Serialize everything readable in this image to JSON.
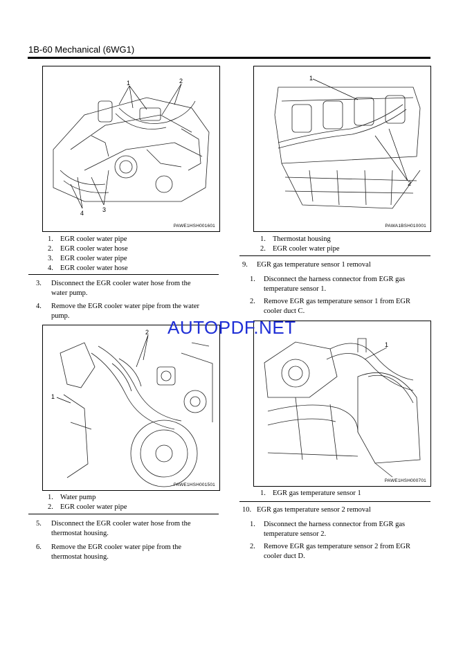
{
  "header": {
    "title": "1B-60   Mechanical (6WG1)"
  },
  "watermark": "AUTOPDF.NET",
  "figures": {
    "fig1": {
      "id": "PAWE1HSH001601",
      "callouts": [
        "1",
        "2",
        "3",
        "4"
      ]
    },
    "fig2": {
      "id": "PAWA1BSH010001",
      "callouts": [
        "1",
        "2"
      ]
    },
    "fig3": {
      "id": "PAWE1HSH001501",
      "callouts": [
        "1",
        "2"
      ]
    },
    "fig4": {
      "id": "PAWE1HSH000701",
      "callouts": [
        "1"
      ]
    }
  },
  "legend1": [
    {
      "num": "1.",
      "label": "EGR cooler water pipe"
    },
    {
      "num": "2.",
      "label": "EGR cooler water hose"
    },
    {
      "num": "3.",
      "label": "EGR cooler water pipe"
    },
    {
      "num": "4.",
      "label": "EGR cooler water hose"
    }
  ],
  "legend2": [
    {
      "num": "1.",
      "label": "Thermostat housing"
    },
    {
      "num": "2.",
      "label": "EGR cooler water pipe"
    }
  ],
  "legend3": [
    {
      "num": "1.",
      "label": "Water pump"
    },
    {
      "num": "2.",
      "label": "EGR cooler water pipe"
    }
  ],
  "legend4": [
    {
      "num": "1.",
      "label": "EGR gas temperature sensor 1"
    }
  ],
  "left_steps": [
    {
      "num": "3.",
      "line1": "Disconnect the EGR cooler water hose from the",
      "line2": "water pump."
    },
    {
      "num": "4.",
      "line1": "Remove the EGR cooler water pipe from the water",
      "line2": "pump."
    },
    {
      "num": "5.",
      "line1": "Disconnect the EGR cooler water hose from the",
      "line2": "thermostat housing."
    },
    {
      "num": "6.",
      "line1": "Remove the EGR cooler water pipe from the",
      "line2": "thermostat housing."
    }
  ],
  "section9": {
    "heading_num": "9.",
    "heading": "EGR gas temperature sensor 1  removal",
    "steps": [
      {
        "num": "1.",
        "line1": "Disconnect the harness connector from EGR gas",
        "line2": "temperature sensor 1."
      },
      {
        "num": "2.",
        "line1": "Remove EGR gas temperature sensor 1 from EGR",
        "line2": "cooler duct C."
      }
    ]
  },
  "section10": {
    "heading_num": "10.",
    "heading": "EGR gas temperature sensor 2  removal",
    "steps": [
      {
        "num": "1.",
        "line1": "Disconnect the harness connector from EGR gas",
        "line2": "temperature sensor 2."
      },
      {
        "num": "2.",
        "line1": "Remove EGR gas temperature sensor 2 from EGR",
        "line2": "cooler duct D."
      }
    ]
  }
}
